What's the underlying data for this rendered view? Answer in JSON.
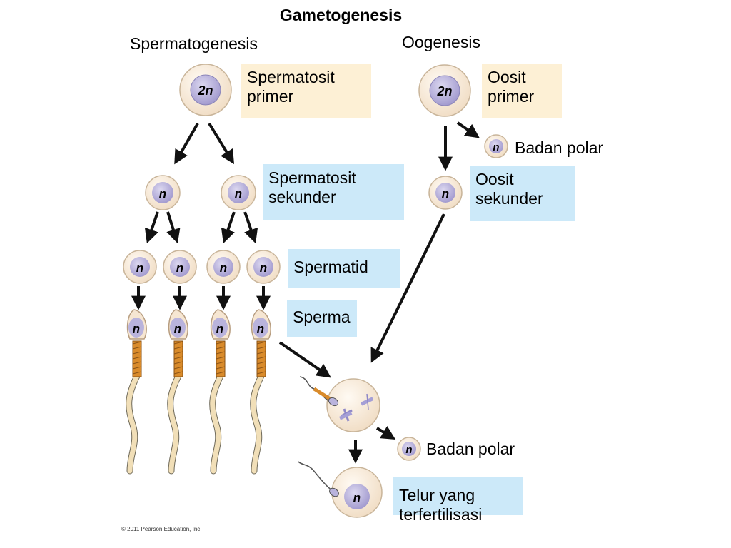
{
  "title": "Gametogenesis",
  "spermatogenesis_label": "Spermatogenesis",
  "oogenesis_label": "Oogenesis",
  "labels": {
    "spermatosit_primer": [
      "Spermatosit",
      "primer"
    ],
    "spermatosit_sekunder": [
      "Spermatosit",
      "sekunder"
    ],
    "spermatid": "Spermatid",
    "sperma": "Sperma",
    "oosit_primer": [
      "Oosit",
      "primer"
    ],
    "oosit_sekunder": [
      "Oosit",
      "sekunder"
    ],
    "badan_polar_1": "Badan polar",
    "badan_polar_2": "Badan polar",
    "telur": [
      "Telur yang",
      "terfertilisasi"
    ]
  },
  "cell_labels": {
    "diploid": "2n",
    "haploid": "n"
  },
  "copyright": "© 2011 Pearson Education, Inc.",
  "colors": {
    "cell_outer": "#f5e6d5",
    "cell_nucleus": "#b9b3dc",
    "tail_midpiece": "#d98b2b",
    "tail": "#f1dfb8",
    "box_yellow": "#fdf0d5",
    "box_blue": "#cce9f9"
  }
}
